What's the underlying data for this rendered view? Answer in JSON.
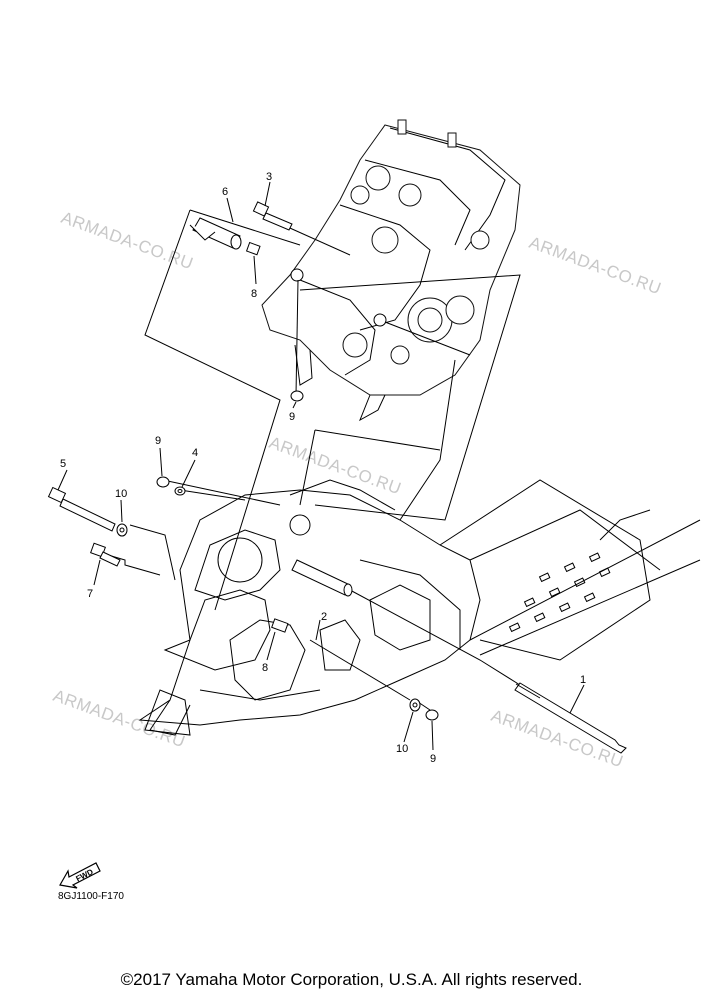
{
  "watermarks": [
    "ARMADA-CO.RU",
    "ARMADA-CO.RU",
    "ARMADA-CO.RU",
    "ARMADA-CO.RU",
    "ARMADA-CO.RU"
  ],
  "callouts": [
    "1",
    "2",
    "3",
    "4",
    "5",
    "6",
    "7",
    "8",
    "8",
    "9",
    "9",
    "9",
    "10",
    "10"
  ],
  "fwd_label": "FWD",
  "diagram_code": "8GJ1100-F170",
  "copyright": "©2017 Yamaha Motor Corporation, U.S.A. All rights reserved."
}
